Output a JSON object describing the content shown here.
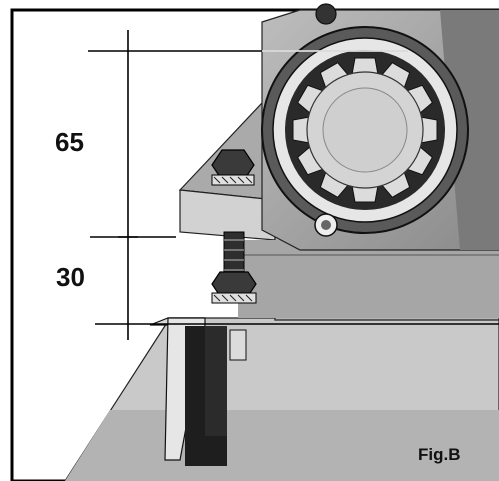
{
  "figure": {
    "label": "Fig.B",
    "dimensions": [
      {
        "value": "65"
      },
      {
        "value": "30"
      }
    ]
  },
  "icons": [
    "hex-nut-icon",
    "sprocket-gear-icon",
    "bolt-icon"
  ]
}
